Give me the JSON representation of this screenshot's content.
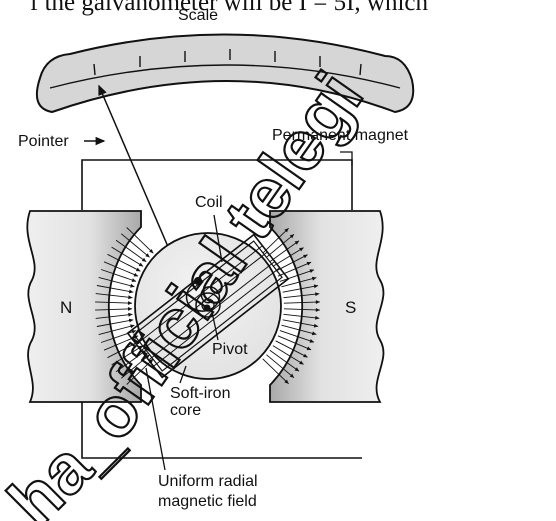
{
  "top_text": "f the galvanometer will be I = 5I, which",
  "labels": {
    "scale": "Scale",
    "pointer": "Pointer",
    "permanent_magnet": "Permanent magnet",
    "coil": "Coil",
    "north": "N",
    "south": "S",
    "pivot": "Pivot",
    "soft_iron_core_line1": "Soft-iron",
    "soft_iron_core_line2": "core",
    "radial_field_line1": "Uniform radial",
    "radial_field_line2": "magnetic field"
  },
  "watermark": {
    "line1": "official telegi",
    "line2": "ha_"
  },
  "colors": {
    "scale_fill": "#d6d6d6",
    "magnet_fill": "#dcdcdc",
    "core_fill": "#ebebeb",
    "ink": "#111111"
  }
}
